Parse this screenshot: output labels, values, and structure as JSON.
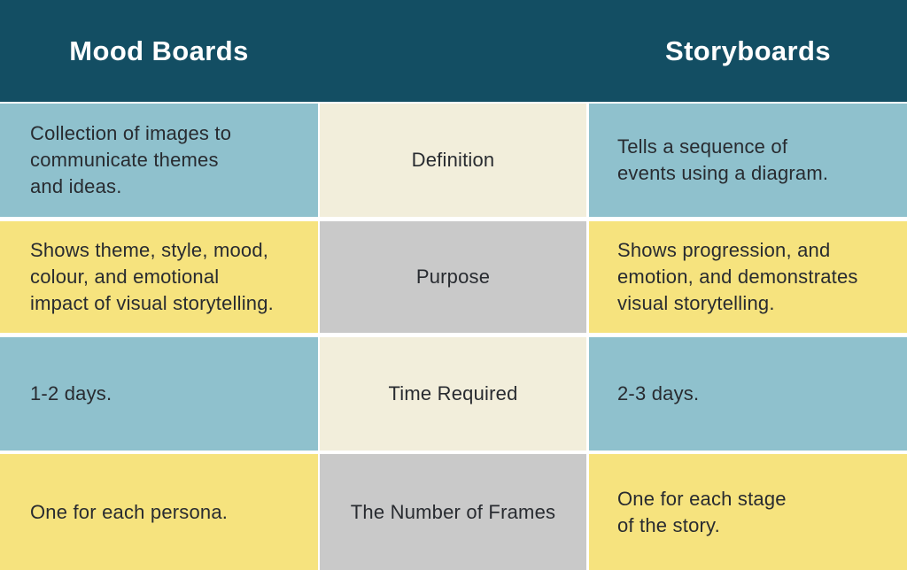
{
  "header": {
    "left_title": "Mood Boards",
    "right_title": "Storyboards"
  },
  "rows": [
    {
      "label": "Definition",
      "mood": "Collection of images to\ncommunicate themes\nand ideas.",
      "story": "Tells a sequence of\nevents using a diagram."
    },
    {
      "label": "Purpose",
      "mood": "Shows theme, style, mood,\ncolour, and emotional\nimpact of visual storytelling.",
      "story": "Shows progression, and\nemotion, and demonstrates\nvisual storytelling."
    },
    {
      "label": "Time Required",
      "mood": "1-2 days.",
      "story": "2-3 days."
    },
    {
      "label": "The Number of Frames",
      "mood": "One for each persona.",
      "story": "One for each stage\nof the story."
    }
  ],
  "colors": {
    "header_bg": "#134E63",
    "header_text": "#FFFFFF",
    "blue_cell": "#8FC1CD",
    "cream_cell": "#F2EEDB",
    "yellow_cell": "#F6E37E",
    "gray_cell": "#C9C9C9",
    "body_text": "#282B30",
    "gap": "#FFFFFF"
  },
  "chart_data": {
    "type": "table",
    "columns": [
      "Mood Boards",
      "",
      "Storyboards"
    ],
    "rows": [
      [
        "Collection of images to communicate themes and ideas.",
        "Definition",
        "Tells a sequence of events using a diagram."
      ],
      [
        "Shows theme, style, mood, colour, and emotional impact of visual storytelling.",
        "Purpose",
        "Shows progression, and emotion, and demonstrates visual storytelling."
      ],
      [
        "1-2 days.",
        "Time Required",
        "2-3 days."
      ],
      [
        "One for each persona.",
        "The Number of Frames",
        "One for each stage of the story."
      ]
    ]
  }
}
